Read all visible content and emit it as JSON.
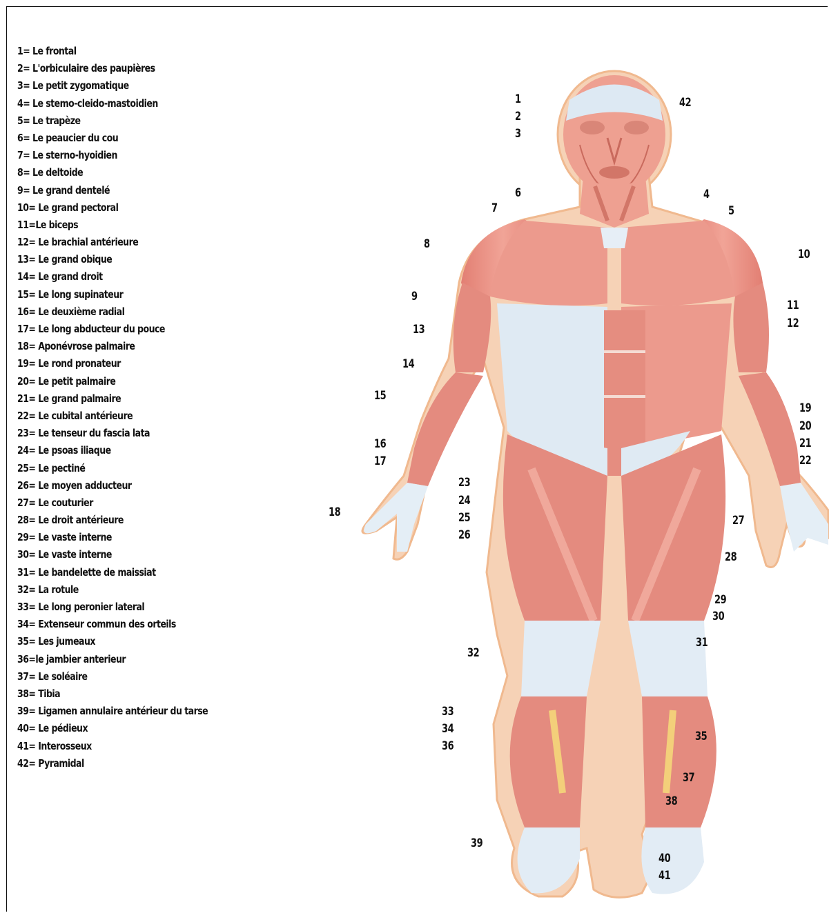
{
  "legend": [
    "1= Le frontal",
    "2= L'orbiculaire des paupières",
    "3= Le petit zygomatique",
    "4= Le stemo-cleido-mastoidien",
    "5= Le trapèze",
    "6= Le peaucier du cou",
    "7= Le sterno-hyoidien",
    "8= Le deltoide",
    "9= Le grand dentelé",
    "10= Le grand pectoral",
    "11=Le biceps",
    "12= Le brachial antérieure",
    "13= Le grand obique",
    "14= Le grand droit",
    "15= Le long supinateur",
    "16= Le deuxième radial",
    "17= Le long abducteur du pouce",
    "18= Aponévrose palmaire",
    "19= Le rond pronateur",
    "20= Le petit palmaire",
    "21= Le grand palmaire",
    "22= Le cubital antérieure",
    "23= Le tenseur du fascia lata",
    "24= Le psoas iliaque",
    "25= Le pectiné",
    "26= Le moyen adducteur",
    "27= Le couturier",
    "28= Le droit antérieure",
    "29= Le vaste interne",
    "30= Le vaste interne",
    "31= Le bandelette de maissiat",
    "32= La rotule",
    "33= Le long peronier lateral",
    "34= Extenseur commun des orteils",
    "35= Les jumeaux",
    "36=le jambier anterieur",
    "37= Le soléaire",
    "38= Tibia",
    "39= Ligamen annulaire antérieur du tarse",
    "40= Le pédieux",
    "41= Interosseux",
    "42= Pyramidal"
  ],
  "labels": [
    "1",
    "2",
    "3",
    "42",
    "6",
    "4",
    "7",
    "5",
    "8",
    "10",
    "9",
    "11",
    "12",
    "13",
    "14",
    "15",
    "19",
    "20",
    "16",
    "21",
    "17",
    "22",
    "23",
    "24",
    "18",
    "25",
    "27",
    "26",
    "28",
    "29",
    "30",
    "31",
    "32",
    "33",
    "34",
    "35",
    "36",
    "37",
    "38",
    "39",
    "40",
    "41"
  ],
  "colors": {
    "muscle": "#e9978a",
    "muscle_dark": "#d9786c",
    "tendon": "#dfeaf3",
    "skin": "#f3c7a8",
    "yellow": "#f3cf7a"
  }
}
